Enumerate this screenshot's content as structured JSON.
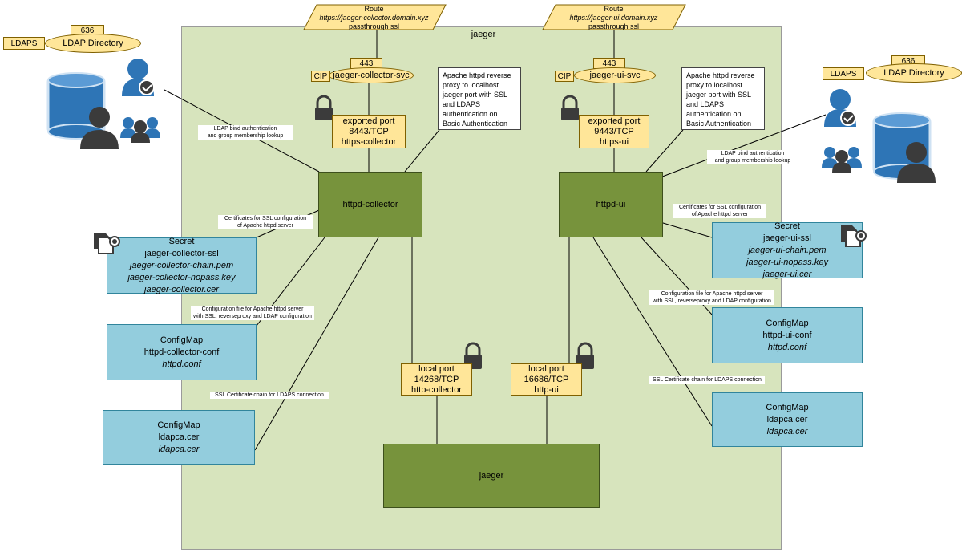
{
  "namespace": {
    "title": "jaeger"
  },
  "routes": [
    {
      "title": "Route",
      "host": "https://jaeger-collector.domain.xyz",
      "mode": "passthrough ssl"
    },
    {
      "title": "Route",
      "host": "https://jaeger-ui.domain.xyz",
      "mode": "passthrough ssl"
    }
  ],
  "ldap_left": {
    "protocol": "LDAPS",
    "port": "636",
    "name": "LDAP Directory"
  },
  "ldap_right": {
    "protocol": "LDAPS",
    "port": "636",
    "name": "LDAP Directory"
  },
  "services": [
    {
      "cip": "CIP",
      "port": "443",
      "name": "jaeger-collector-svc"
    },
    {
      "cip": "CIP",
      "port": "443",
      "name": "jaeger-ui-svc"
    }
  ],
  "exported_ports": [
    {
      "line1": "exported port",
      "line2": "8443/TCP",
      "line3": "https-collector"
    },
    {
      "line1": "exported port",
      "line2": "9443/TCP",
      "line3": "https-ui"
    }
  ],
  "notes": {
    "collector": "Apache httpd reverse proxy to localhost jaeger port with SSL and LDAPS authentication on Basic Authentication",
    "ui": "Apache httpd reverse proxy to localhost jaeger port with SSL and LDAPS authentication on Basic Authentication"
  },
  "pods": {
    "httpd_collector": "httpd-collector",
    "httpd_ui": "httpd-ui",
    "jaeger": "jaeger"
  },
  "local_ports": [
    {
      "line1": "local port",
      "line2": "14268/TCP",
      "line3": "http-collector"
    },
    {
      "line1": "local port",
      "line2": "16686/TCP",
      "line3": "http-ui"
    }
  ],
  "secrets": [
    {
      "kind": "Secret",
      "name": "jaeger-collector-ssl",
      "files": [
        "jaeger-collector-chain.pem",
        "jaeger-collector-nopass.key",
        "jaeger-collector.cer"
      ]
    },
    {
      "kind": "Secret",
      "name": "jaeger-ui-ssl",
      "files": [
        "jaeger-ui-chain.pem",
        "jaeger-ui-nopass.key",
        "jaeger-ui.cer"
      ]
    }
  ],
  "configmaps": {
    "httpd_collector": {
      "kind": "ConfigMap",
      "name": "httpd-collector-conf",
      "file": "httpd.conf"
    },
    "ldapca_left": {
      "kind": "ConfigMap",
      "name": "ldapca.cer",
      "file": "ldapca.cer"
    },
    "httpd_ui": {
      "kind": "ConfigMap",
      "name": "httpd-ui-conf",
      "file": "httpd.conf"
    },
    "ldapca_right": {
      "kind": "ConfigMap",
      "name": "ldapca.cer",
      "file": "ldapca.cer"
    }
  },
  "edge_labels": {
    "ldap_bind_left_1": "LDAP bind authentication",
    "ldap_bind_left_2": "and group membership lookup",
    "ldap_bind_right_1": "LDAP bind authentication",
    "ldap_bind_right_2": "and group membership lookup",
    "certs_left_1": "Certificates for SSL configuration",
    "certs_left_2": "of Apache httpd server",
    "certs_right_1": "Certificates for SSL configuration",
    "certs_right_2": "of Apache httpd server",
    "config_left_1": "Configuration file for Apache httpd server",
    "config_left_2": "with SSL, reverseproxy and LDAP configuration",
    "config_right_1": "Configuration file for Apache httpd server",
    "config_right_2": "with SSL, reverseproxy and LDAP configuration",
    "sslchain_left": "SSL Certificate chain for LDAPS connection",
    "sslchain_right": "SSL Certificate chain for LDAPS connection"
  },
  "colors": {
    "namespace": "#d7e4bd",
    "pod": "#77933c",
    "resource": "#93cddd",
    "port": "#ffe699",
    "ldap_icon": "#2e75b6"
  }
}
